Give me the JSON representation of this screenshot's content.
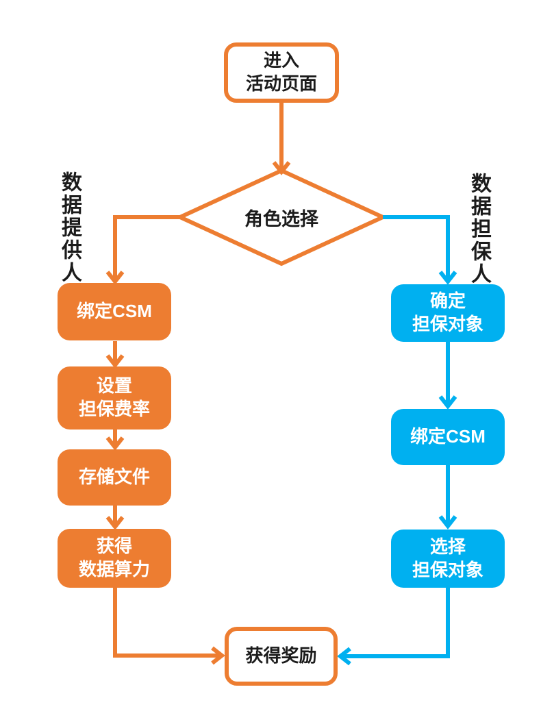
{
  "palette": {
    "orange": "#ED7D31",
    "blue": "#00B0F0",
    "ink": "#1B1B1B",
    "node_text": "#FFFFFF",
    "background": "#FFFFFF"
  },
  "flowchart": {
    "start": {
      "label": "进入\n活动页面"
    },
    "decision": {
      "label": "角色选择"
    },
    "left_branch": {
      "role_label": "数据提供人",
      "color": "#ED7D31",
      "steps": [
        {
          "label": "绑定CSM"
        },
        {
          "label": "设置\n担保费率"
        },
        {
          "label": "存储文件"
        },
        {
          "label": "获得\n数据算力"
        }
      ]
    },
    "right_branch": {
      "role_label": "数据担保人",
      "color": "#00B0F0",
      "steps": [
        {
          "label": "确定\n担保对象"
        },
        {
          "label": "绑定CSM"
        },
        {
          "label": "选择\n担保对象"
        }
      ]
    },
    "end": {
      "label": "获得奖励"
    }
  }
}
